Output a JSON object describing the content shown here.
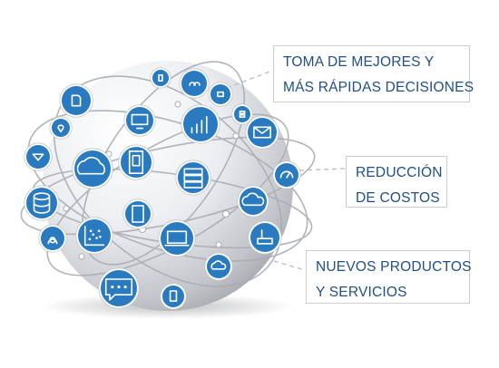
{
  "callouts": [
    {
      "line1": "TOMA DE MEJORES Y",
      "line2": "MÁS RÁPIDAS DECISIONES"
    },
    {
      "line1": "REDUCCIÓN",
      "line2": "DE COSTOS"
    },
    {
      "line1": "NUEVOS PRODUCTOS",
      "line2": "Y SERVICIOS"
    }
  ],
  "colors": {
    "node_fill": "#2a7ac0",
    "node_ring": "#ffffff",
    "globe_light": "#fbfbfc",
    "globe_dark": "#9a9ca0",
    "text": "#1f4f86",
    "leader_line": "#b8bdc3"
  },
  "icons": [
    "phone-icon",
    "users-icon",
    "profile-card-icon",
    "document-icon",
    "bar-chart-icon",
    "server-icon",
    "location-pin-icon",
    "monitor-icon",
    "mail-icon",
    "network-icon",
    "cloud-head-icon",
    "smartphone-icon",
    "server-rack-icon",
    "speedometer-icon",
    "database-icon",
    "tablet-icon",
    "cloud-icon",
    "scatter-chart-icon",
    "laptop-icon",
    "router-icon",
    "user-icon",
    "cloud-small-icon",
    "chat-icon",
    "mobile-touch-icon"
  ]
}
